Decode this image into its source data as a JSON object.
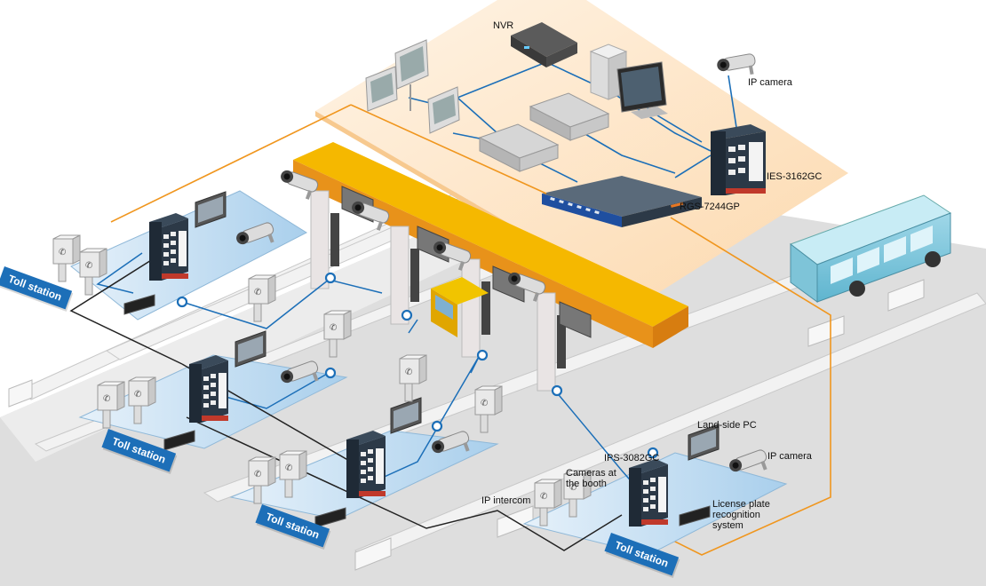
{
  "labels": {
    "nvr": "NVR",
    "ip_camera_top": "IP camera",
    "ies_3162gc": "IES-3162GC",
    "rgs_7244gp": "RGS-7244GP",
    "land_side_pc": "Land-side PC",
    "ip_camera_right": "IP camera",
    "ips_3082gc": "IPS-3082GC",
    "cameras_at_booth": "Cameras at the booth",
    "ip_intercom": "IP intercom",
    "license_plate": "License plate recognition system"
  },
  "toll_stations": [
    "Toll station",
    "Toll station",
    "Toll station",
    "Toll station"
  ],
  "colors": {
    "control_room": "#fde4c4",
    "canopy_top": "#f5b800",
    "canopy_side": "#e8921a",
    "booth_floor": "#b9d8ef",
    "ring_line": "#f0961e",
    "fiber_line": "#1c6fb8",
    "copper_line": "#222222",
    "toll_badge": "#1d6fb8"
  }
}
